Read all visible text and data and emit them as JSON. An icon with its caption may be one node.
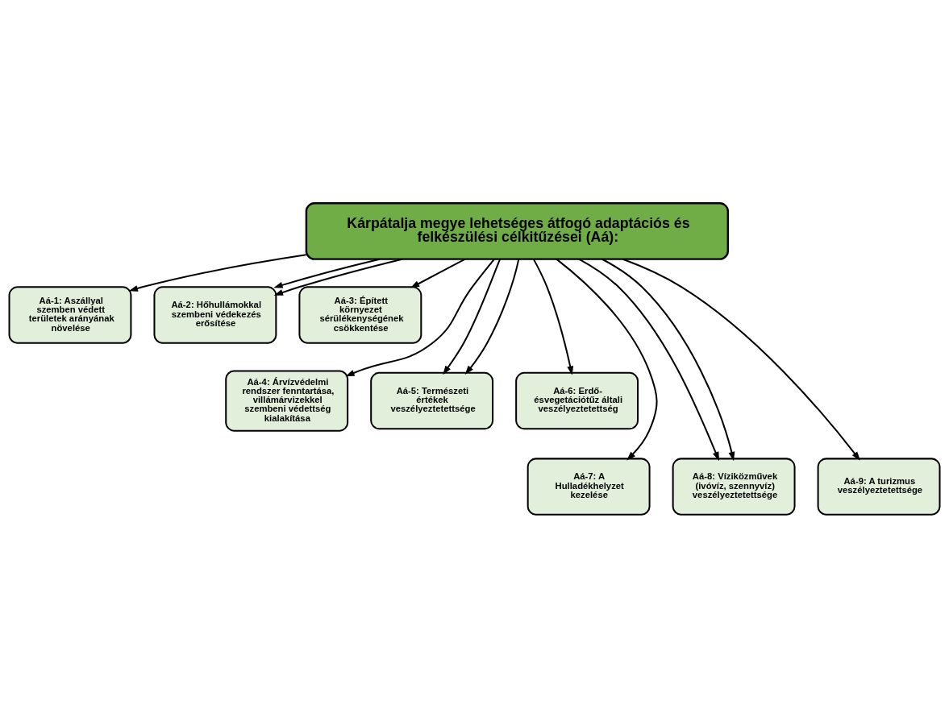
{
  "diagram": {
    "nodes": [
      {
        "text": [
          "Kárpátalja megye lehetséges átfogó adaptációs és felkészülési célkitűzései (Aá):"
        ]
      },
      {
        "text": [
          "Aá-1: Aszállyal szemben védett területek arányának növelése"
        ]
      },
      {
        "text": [
          "Aá-2: Hőhullámokkal szembeni védekezés erősítése"
        ]
      },
      {
        "text": [
          "Aá-3: Épített környezet sérülékenységének csökkentése"
        ]
      },
      {
        "text": [
          "Aá-4: Árvízvédelmi rendszer fenntartása, villámárvizekkel szembeni védettség kialakítása"
        ]
      },
      {
        "text": [
          "Aá-5: Természeti értékek veszélyeztetettsége"
        ]
      },
      {
        "text": [
          "Aá-6: Erdő- ésvegetációtűz általi veszélyeztetettség"
        ]
      },
      {
        "text": [
          "Aá-7: A Hulladékhelyzet kezelése"
        ]
      },
      {
        "text": [
          "Aá-8: Víziközművek (ivóvíz, szennyvíz) veszélyeztetettsége"
        ]
      },
      {
        "text": [
          "Aá-9: A turizmus veszélyeztetettsége"
        ]
      }
    ],
    "edges": [
      {
        "from": 0,
        "to": 1,
        "arrow": "to"
      },
      {
        "from": 0,
        "to": 2,
        "arrow": "to"
      },
      {
        "from": 0,
        "to": 4,
        "arrow": "to"
      },
      {
        "from": 0,
        "to": 5,
        "arrow": "to"
      },
      {
        "from": 0,
        "to": 7,
        "arrow": "to"
      },
      {
        "from": 0,
        "to": 8,
        "arrow": "to"
      },
      {
        "from": 0,
        "to": 2,
        "arrow": "to"
      },
      {
        "from": 0,
        "to": 3,
        "arrow": "to"
      },
      {
        "from": 0,
        "to": 5,
        "arrow": "to"
      },
      {
        "from": 0,
        "to": 6,
        "arrow": "to"
      },
      {
        "from": 0,
        "to": 8,
        "arrow": "to"
      },
      {
        "from": 0,
        "to": 9,
        "arrow": "to"
      }
    ]
  }
}
